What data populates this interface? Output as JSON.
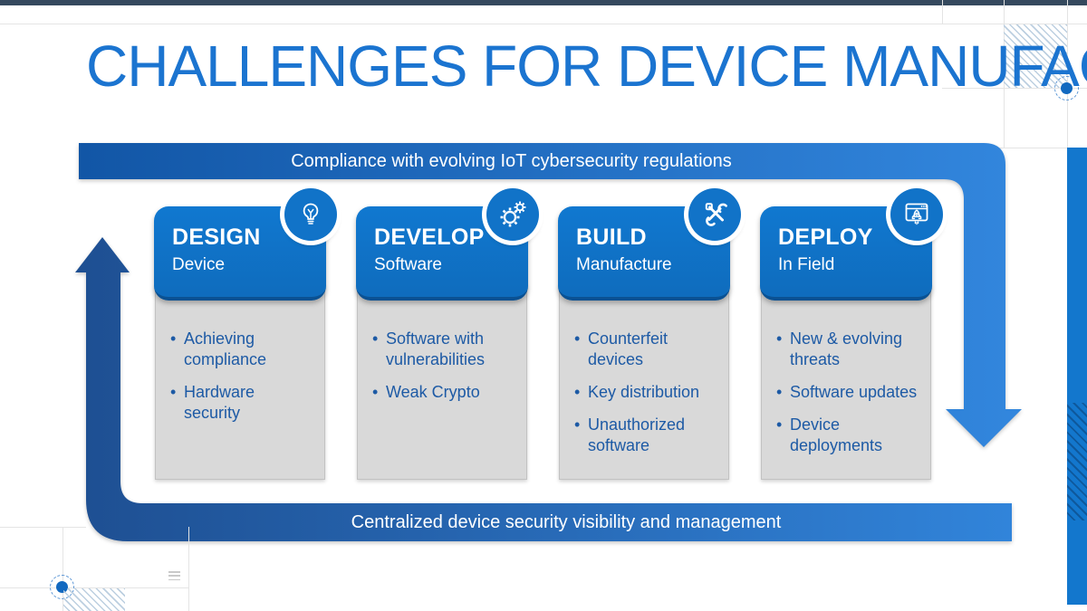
{
  "slide_title": "CHALLENGES FOR DEVICE MANUFACTURERS",
  "flow": {
    "top_banner": {
      "label": "Compliance with evolving IoT cybersecurity regulations",
      "arrow": "down-right"
    },
    "bottom_banner": {
      "label": "Centralized device security visibility and management",
      "arrow": "up-left"
    }
  },
  "cards": [
    {
      "stage": "DESIGN",
      "scope": "Device",
      "icon": "lightbulb-icon",
      "bullets": [
        "Achieving compliance",
        "Hardware security"
      ]
    },
    {
      "stage": "DEVELOP",
      "scope": "Software",
      "icon": "gears-icon",
      "bullets": [
        "Software with vulnerabilities",
        "Weak Crypto"
      ]
    },
    {
      "stage": "BUILD",
      "scope": "Manufacture",
      "icon": "tools-icon",
      "bullets": [
        "Counterfeit devices",
        "Key distribution",
        "Unauthorized software"
      ]
    },
    {
      "stage": "DEPLOY",
      "scope": "In Field",
      "icon": "browser-rocket-icon",
      "bullets": [
        "New & evolving threats",
        "Software updates",
        "Device deployments"
      ]
    }
  ],
  "colors": {
    "title-blue": "#1b74d0",
    "header-blue": "#1173c8",
    "header-edge": "#0a5193",
    "bullet-blue": "#1d5aa5",
    "body-gray": "#d9d9d9",
    "body-border": "#c2c2c2",
    "grid-gray": "#e4e4e4",
    "hatch-blue": "#bccfe0",
    "navy-strip": "#35495e",
    "flow-top-start": "#1256a6",
    "flow-top-end": "#3286dd",
    "flow-bottom-start": "#1e4f92",
    "flow-bottom-end": "#3184da",
    "accent-bar": "#1377cd",
    "accent-dot": "#1269c0"
  }
}
